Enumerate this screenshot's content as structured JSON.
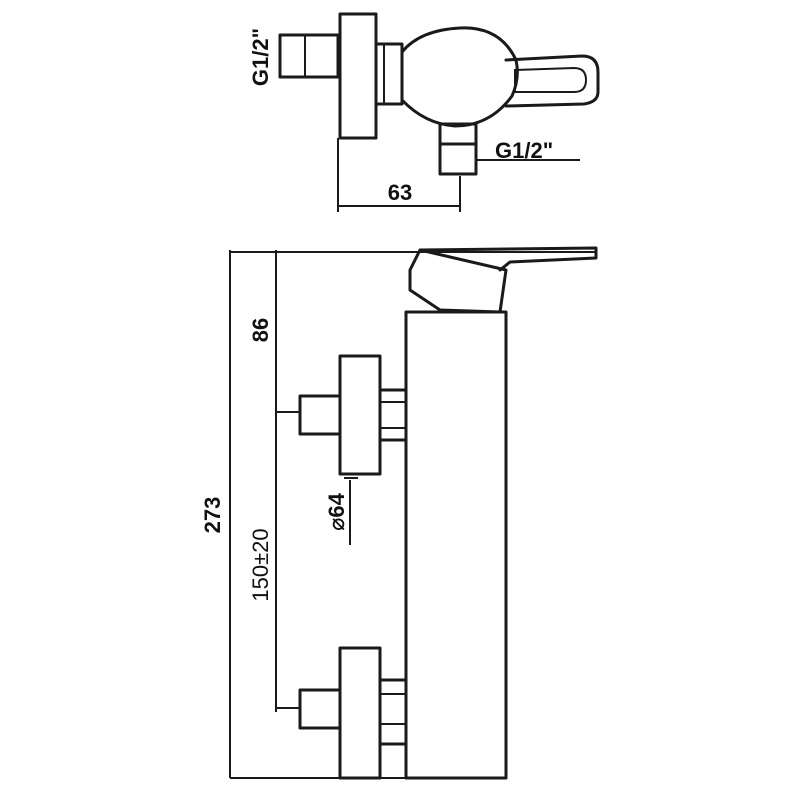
{
  "top_view": {
    "inlet_left_label": "G1/2\"",
    "inlet_bottom_label": "G1/2\"",
    "offset_dimension": "63"
  },
  "side_view": {
    "overall_height": "273",
    "top_offset": "86",
    "centre_distance": "150±20",
    "escutcheon_diameter": "⌀64"
  }
}
